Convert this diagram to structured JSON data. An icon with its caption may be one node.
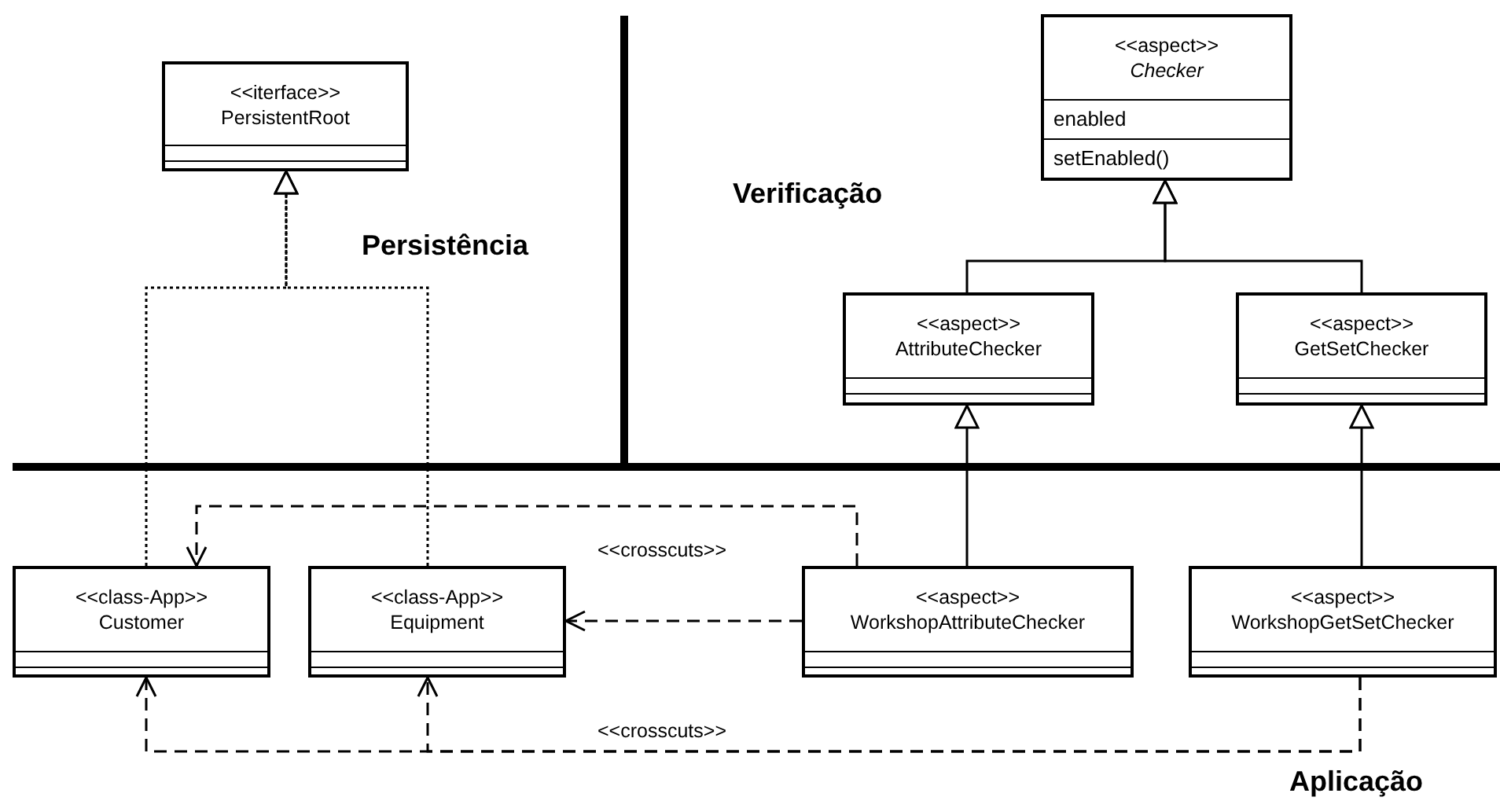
{
  "diagram": {
    "nodes": [
      {
        "text": [
          "<<iterface>>",
          "PersistentRoot"
        ]
      },
      {
        "text": [
          "<<aspect>>",
          "Checker",
          "enabled",
          "setEnabled()"
        ]
      },
      {
        "text": [
          "<<aspect>>",
          "AttributeChecker"
        ]
      },
      {
        "text": [
          "<<aspect>>",
          "GetSetChecker"
        ]
      },
      {
        "text": [
          "<<class-App>>",
          "Customer"
        ]
      },
      {
        "text": [
          "<<class-App>>",
          "Equipment"
        ]
      },
      {
        "text": [
          "<<aspect>>",
          "WorkshopAttributeChecker"
        ]
      },
      {
        "text": [
          "<<aspect>>",
          "WorkshopGetSetChecker"
        ]
      }
    ],
    "edges": [
      {
        "from": 4,
        "to": 0,
        "arrow": "to",
        "style": "dashed"
      },
      {
        "from": 5,
        "to": 0,
        "arrow": "to",
        "style": "dashed"
      },
      {
        "from": 2,
        "to": 1,
        "arrow": "to"
      },
      {
        "from": 3,
        "to": 1,
        "arrow": "to"
      },
      {
        "from": 6,
        "to": 2,
        "arrow": "to"
      },
      {
        "from": 7,
        "to": 3,
        "arrow": "to"
      },
      {
        "from": 6,
        "to": 4,
        "arrow": "to",
        "style": "dashed",
        "label": "<<crosscuts>>"
      },
      {
        "from": 6,
        "to": 5,
        "arrow": "to",
        "style": "dashed"
      },
      {
        "from": 7,
        "to": 4,
        "arrow": "to",
        "style": "dashed",
        "label": "<<crosscuts>>"
      },
      {
        "from": 7,
        "to": 5,
        "arrow": "to",
        "style": "dashed"
      }
    ],
    "labels": [
      "Persistência",
      "Verificação",
      "Aplicação"
    ]
  }
}
